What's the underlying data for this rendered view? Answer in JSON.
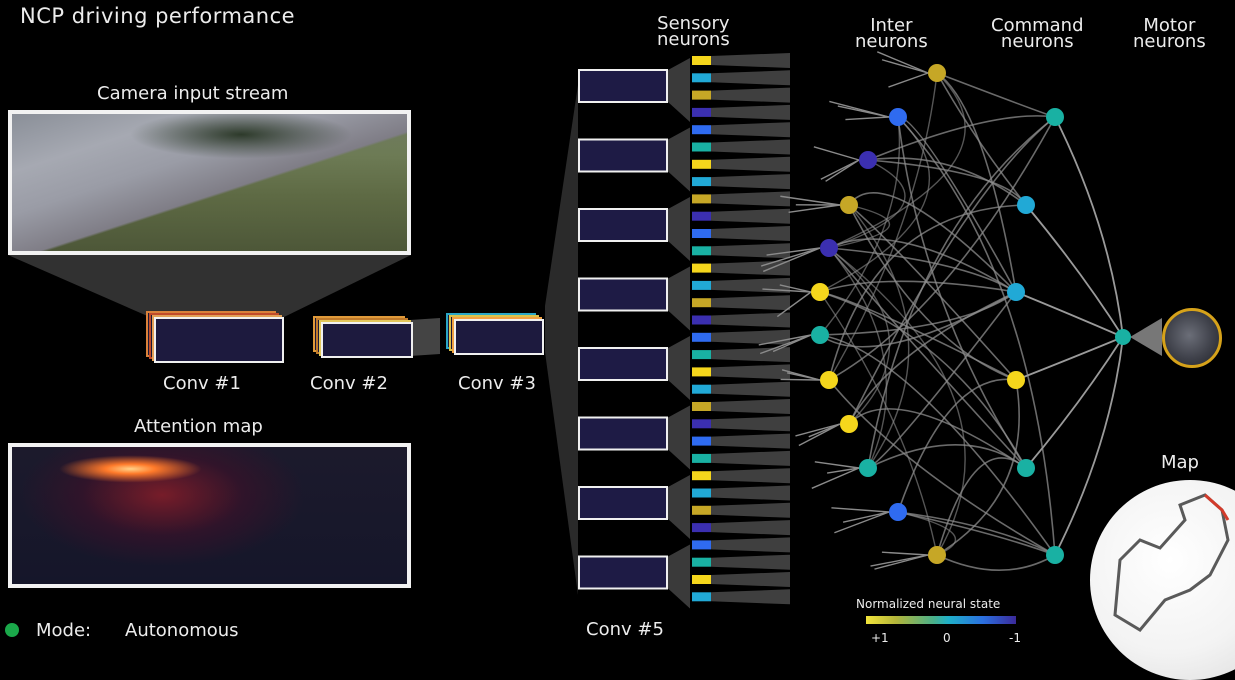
{
  "title": "NCP driving performance",
  "panels": {
    "camera_label": "Camera input stream",
    "attention_label": "Attention map"
  },
  "conv_labels": [
    "Conv #1",
    "Conv #2",
    "Conv #3",
    "Conv #5"
  ],
  "neuron_headers": {
    "sensory": [
      "Sensory",
      "neurons"
    ],
    "inter": [
      "Inter",
      "neurons"
    ],
    "command": [
      "Command",
      "neurons"
    ],
    "motor": [
      "Motor",
      "neurons"
    ]
  },
  "map_label": "Map",
  "mode": {
    "label": "Mode:",
    "value": "Autonomous"
  },
  "legend": {
    "title": "Normalized neural state",
    "ticks": [
      "+1",
      "0",
      "-1"
    ]
  },
  "colors": {
    "yellow": "#f5d61c",
    "olive": "#c6a726",
    "teal": "#19b1a3",
    "cyan": "#21a9d6",
    "blue": "#2f6bf0",
    "indigo": "#3b2fb0",
    "mode_indicator": "#1aa84a"
  }
}
